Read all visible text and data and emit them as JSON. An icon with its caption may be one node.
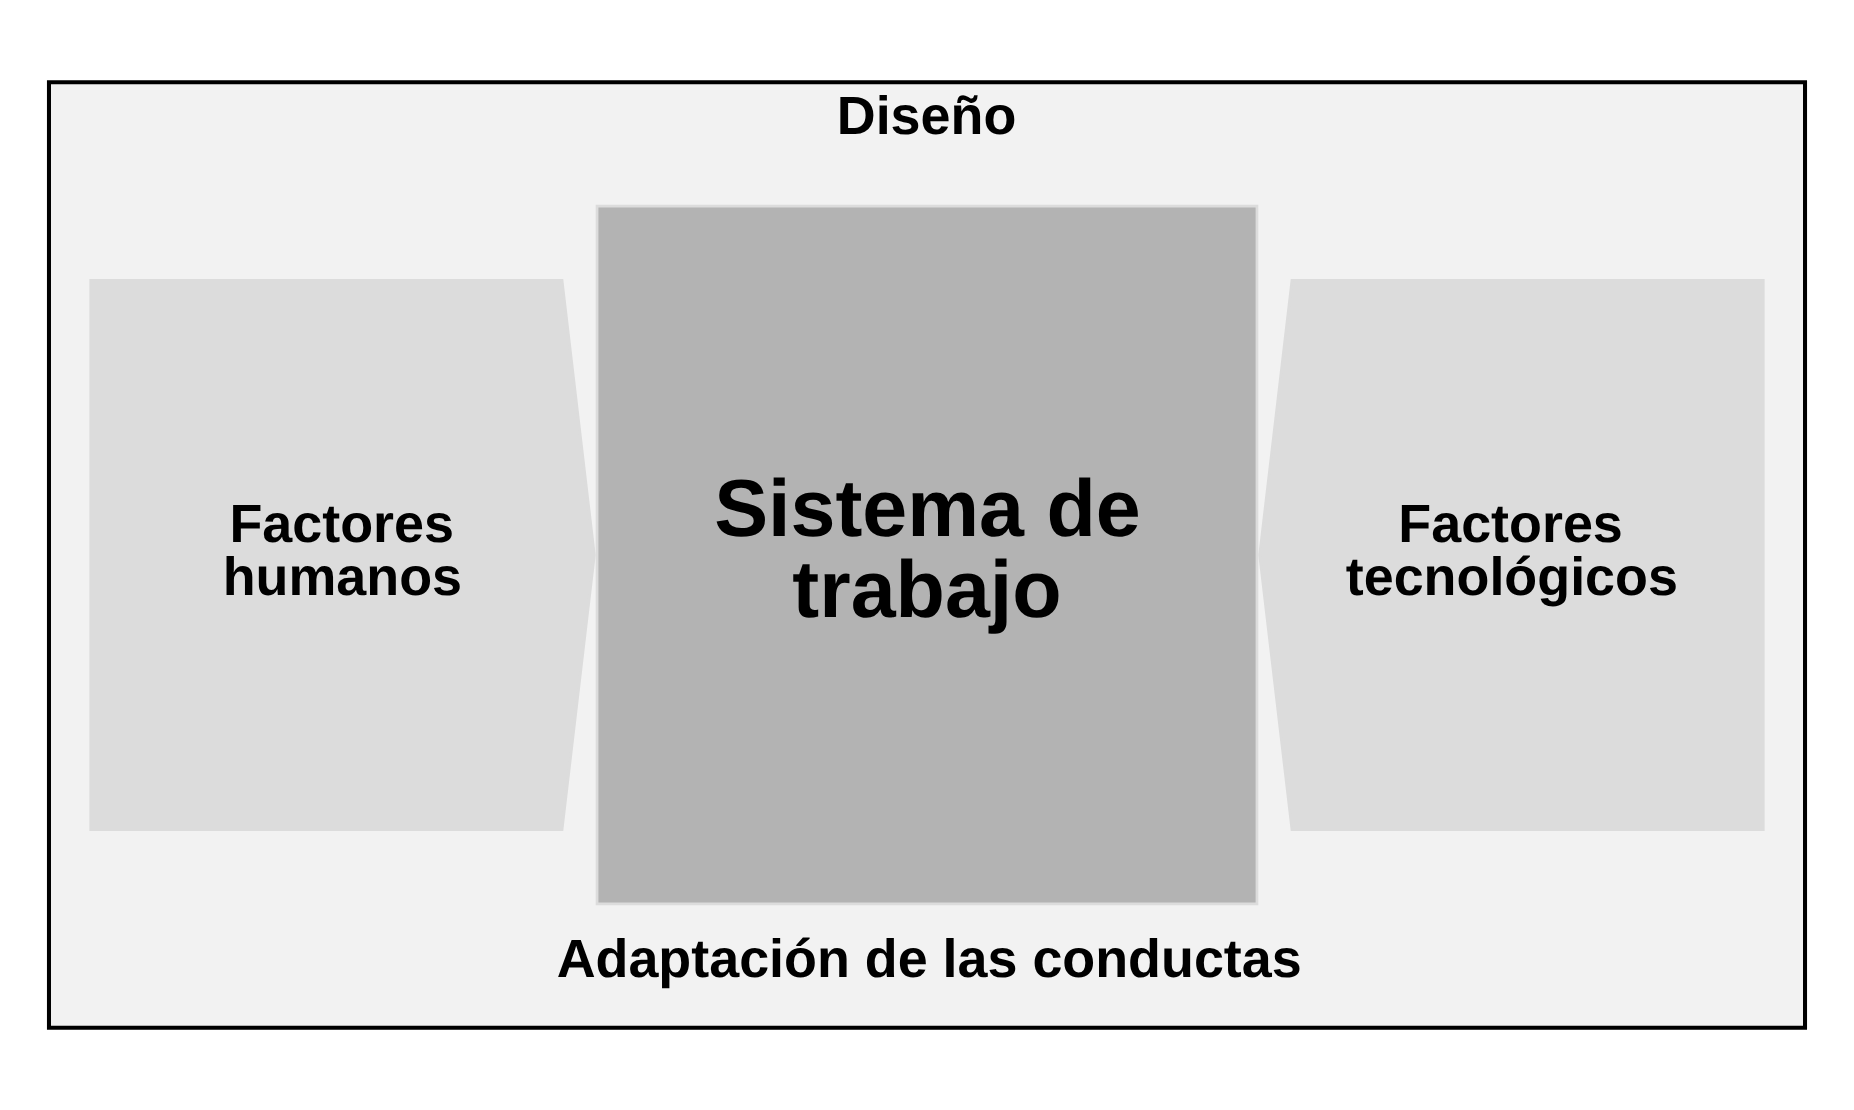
{
  "diagram": {
    "nodes": [
      {
        "text": [
          "Diseño",
          "Adaptación de las conductas"
        ]
      },
      {
        "text": [
          "Factores humanos"
        ],
        "in": 0
      },
      {
        "text": [
          "Sistema de trabajo"
        ],
        "in": 0
      },
      {
        "text": [
          "Factores tecnológicos"
        ],
        "in": 0
      }
    ]
  }
}
